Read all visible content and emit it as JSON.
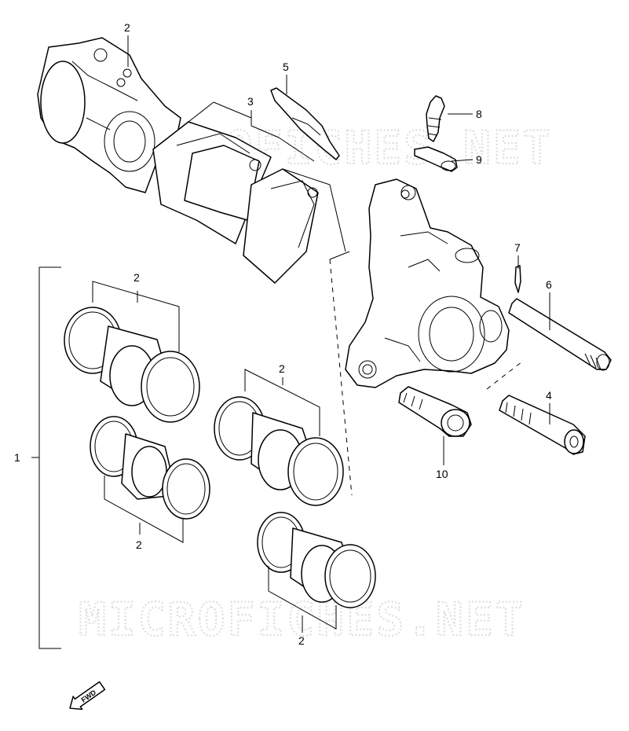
{
  "diagram": {
    "watermark_text": "MICROFICHES.NET",
    "fwd_label": "FWD",
    "callouts": [
      {
        "id": "c1",
        "label": "1"
      },
      {
        "id": "c2a",
        "label": "2"
      },
      {
        "id": "c2b",
        "label": "2"
      },
      {
        "id": "c2c",
        "label": "2"
      },
      {
        "id": "c2d",
        "label": "2"
      },
      {
        "id": "c2e",
        "label": "2"
      },
      {
        "id": "c3",
        "label": "3"
      },
      {
        "id": "c4",
        "label": "4"
      },
      {
        "id": "c5",
        "label": "5"
      },
      {
        "id": "c6",
        "label": "6"
      },
      {
        "id": "c7",
        "label": "7"
      },
      {
        "id": "c8",
        "label": "8"
      },
      {
        "id": "c9",
        "label": "9"
      },
      {
        "id": "c10",
        "label": "10"
      }
    ]
  }
}
